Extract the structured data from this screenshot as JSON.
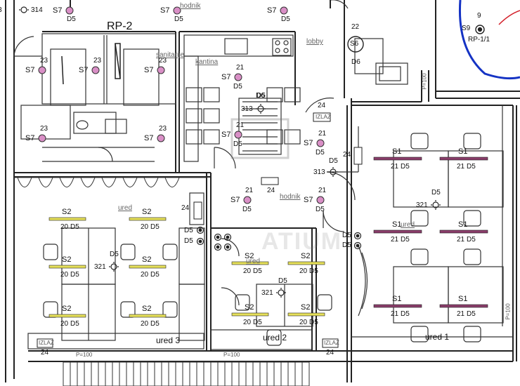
{
  "colors": {
    "wall": "#222222",
    "line": "#333333",
    "socket_fill": "#d98fc6",
    "fixture_s2": "#e6e05a",
    "fixture_s1": "#8a3d6a",
    "blue_cable": "#1533c4",
    "red_cable": "#d3202a",
    "text": "#111111",
    "room_text": "#666666"
  },
  "panels": {
    "rp2": "RP-2",
    "rp11": "RP-1/1",
    "rp11_num": "9",
    "rp11_code": "S9"
  },
  "rooms": {
    "lobby": "lobby",
    "kantina": "kantina",
    "hodnik_top": "hodnik",
    "hodnik_mid": "hodnik",
    "sanitarije": "sanitarije",
    "ured_left": "ured",
    "ured_1": "ured 1",
    "ured_2": "ured 2",
    "ured_3": "ured 3",
    "ured_small_1": "ured",
    "ured_small_2": "ured",
    "pz": "P=100"
  },
  "codes": {
    "s7": "S7",
    "s6": "S6",
    "s1": "S1",
    "s2": "S2",
    "d5": "D5",
    "d6": "D6",
    "n20": "20",
    "n21": "21",
    "n22": "22",
    "n23": "23",
    "n24": "24",
    "n313": "313",
    "n314": "314",
    "n321": "321",
    "izlaz": "IZLAZ"
  },
  "watermark": "ATIUM"
}
